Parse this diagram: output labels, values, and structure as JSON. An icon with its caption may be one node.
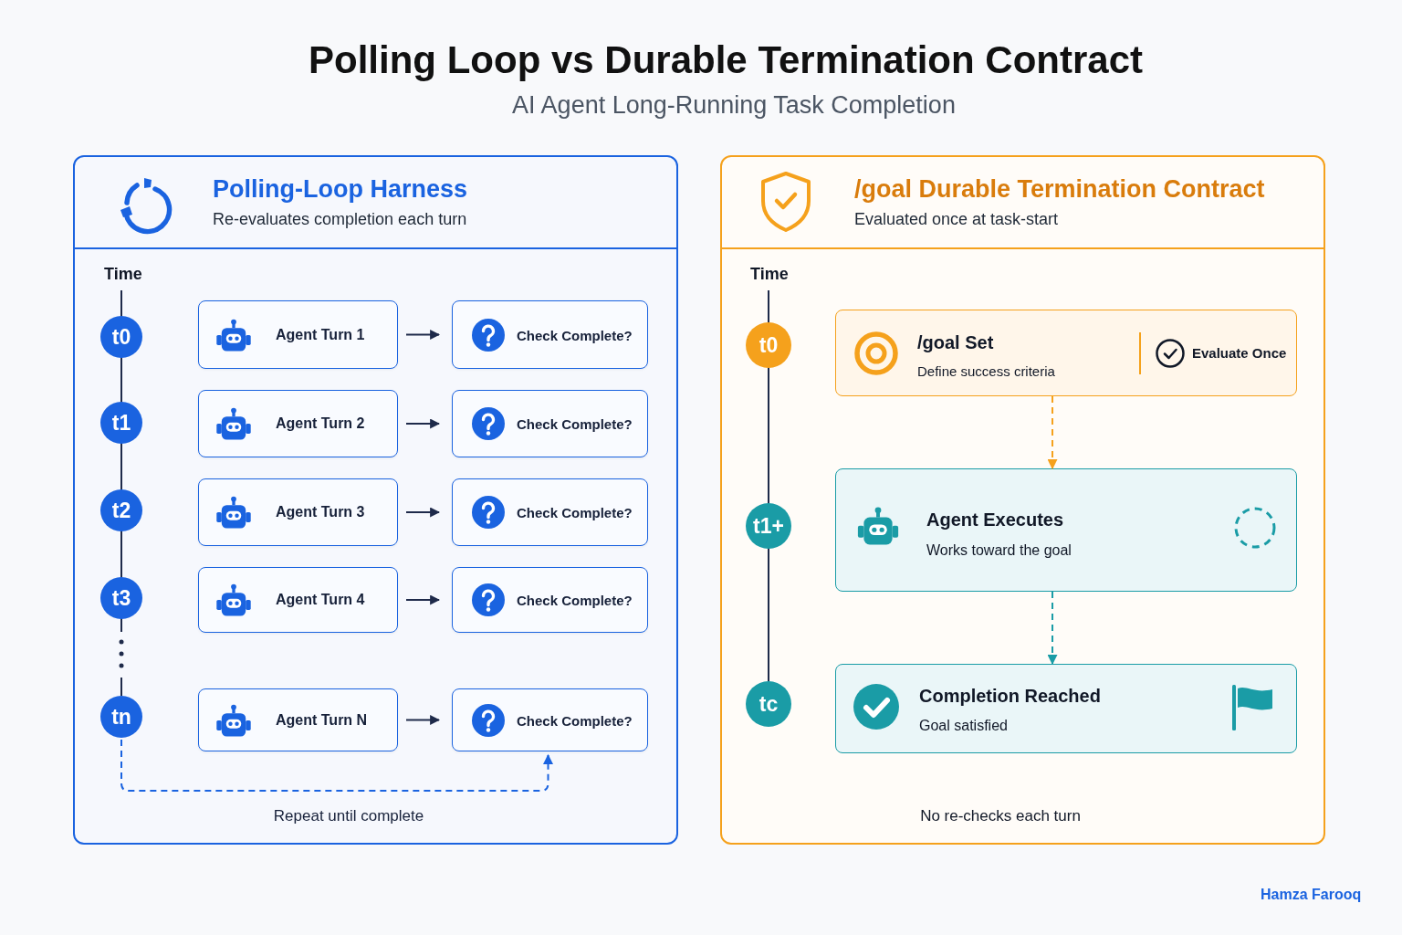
{
  "diagram": {
    "title": "Polling Loop vs Durable Termination Contract",
    "nodes": [
      {
        "text": [
          "Polling-Loop Harness",
          "Re-evaluates completion each turn"
        ]
      },
      {
        "text": [
          "t0"
        ],
        "in": 0
      },
      {
        "text": [
          "t1"
        ],
        "in": 0
      },
      {
        "text": [
          "t2"
        ],
        "in": 0
      },
      {
        "text": [
          "t3"
        ],
        "in": 0
      },
      {
        "text": [
          "tn"
        ],
        "in": 0
      },
      {
        "text": [
          "Agent Turn 1"
        ],
        "in": 0
      },
      {
        "text": [
          "Check Complete?"
        ],
        "in": 0
      },
      {
        "text": [
          "Agent Turn 2"
        ],
        "in": 0
      },
      {
        "text": [
          "Check Complete?"
        ],
        "in": 0
      },
      {
        "text": [
          "Agent Turn 3"
        ],
        "in": 0
      },
      {
        "text": [
          "Check Complete?"
        ],
        "in": 0
      },
      {
        "text": [
          "Agent Turn 4"
        ],
        "in": 0
      },
      {
        "text": [
          "Check Complete?"
        ],
        "in": 0
      },
      {
        "text": [
          "Agent Turn N"
        ],
        "in": 0
      },
      {
        "text": [
          "Check Complete?"
        ],
        "in": 0
      },
      {
        "text": [
          "/goal Durable Termination Contract",
          "Evaluated once at task-start"
        ]
      },
      {
        "text": [
          "t0"
        ],
        "in": 16
      },
      {
        "text": [
          "t1+"
        ],
        "in": 16
      },
      {
        "text": [
          "tc"
        ],
        "in": 16
      },
      {
        "text": [
          "/goal Set",
          "Define success criteria",
          "Evaluate Once"
        ],
        "in": 16
      },
      {
        "text": [
          "Agent Executes",
          "Works toward the goal"
        ],
        "in": 16
      },
      {
        "text": [
          "Completion Reached",
          "Goal satisfied"
        ],
        "in": 16
      }
    ],
    "edges": [
      {
        "from": 6,
        "to": 7,
        "arrow": "to"
      },
      {
        "from": 8,
        "to": 9,
        "arrow": "to"
      },
      {
        "from": 10,
        "to": 11,
        "arrow": "to"
      },
      {
        "from": 12,
        "to": 13,
        "arrow": "to"
      },
      {
        "from": 14,
        "to": 15,
        "arrow": "to"
      },
      {
        "from": 5,
        "to": 15,
        "arrow": "to",
        "style": "dashed",
        "color": "#1a63e0"
      },
      {
        "from": 20,
        "to": 21,
        "arrow": "to",
        "style": "dashed",
        "color": "#f5a11c"
      },
      {
        "from": 21,
        "to": 22,
        "arrow": "to",
        "style": "dashed",
        "color": "#1a9ca6"
      }
    ],
    "labels": [
      "AI Agent Long-Running Task Completion",
      "Time",
      "Repeat until complete",
      "Time",
      "No re-checks each turn",
      "Hamza Farooq"
    ]
  }
}
